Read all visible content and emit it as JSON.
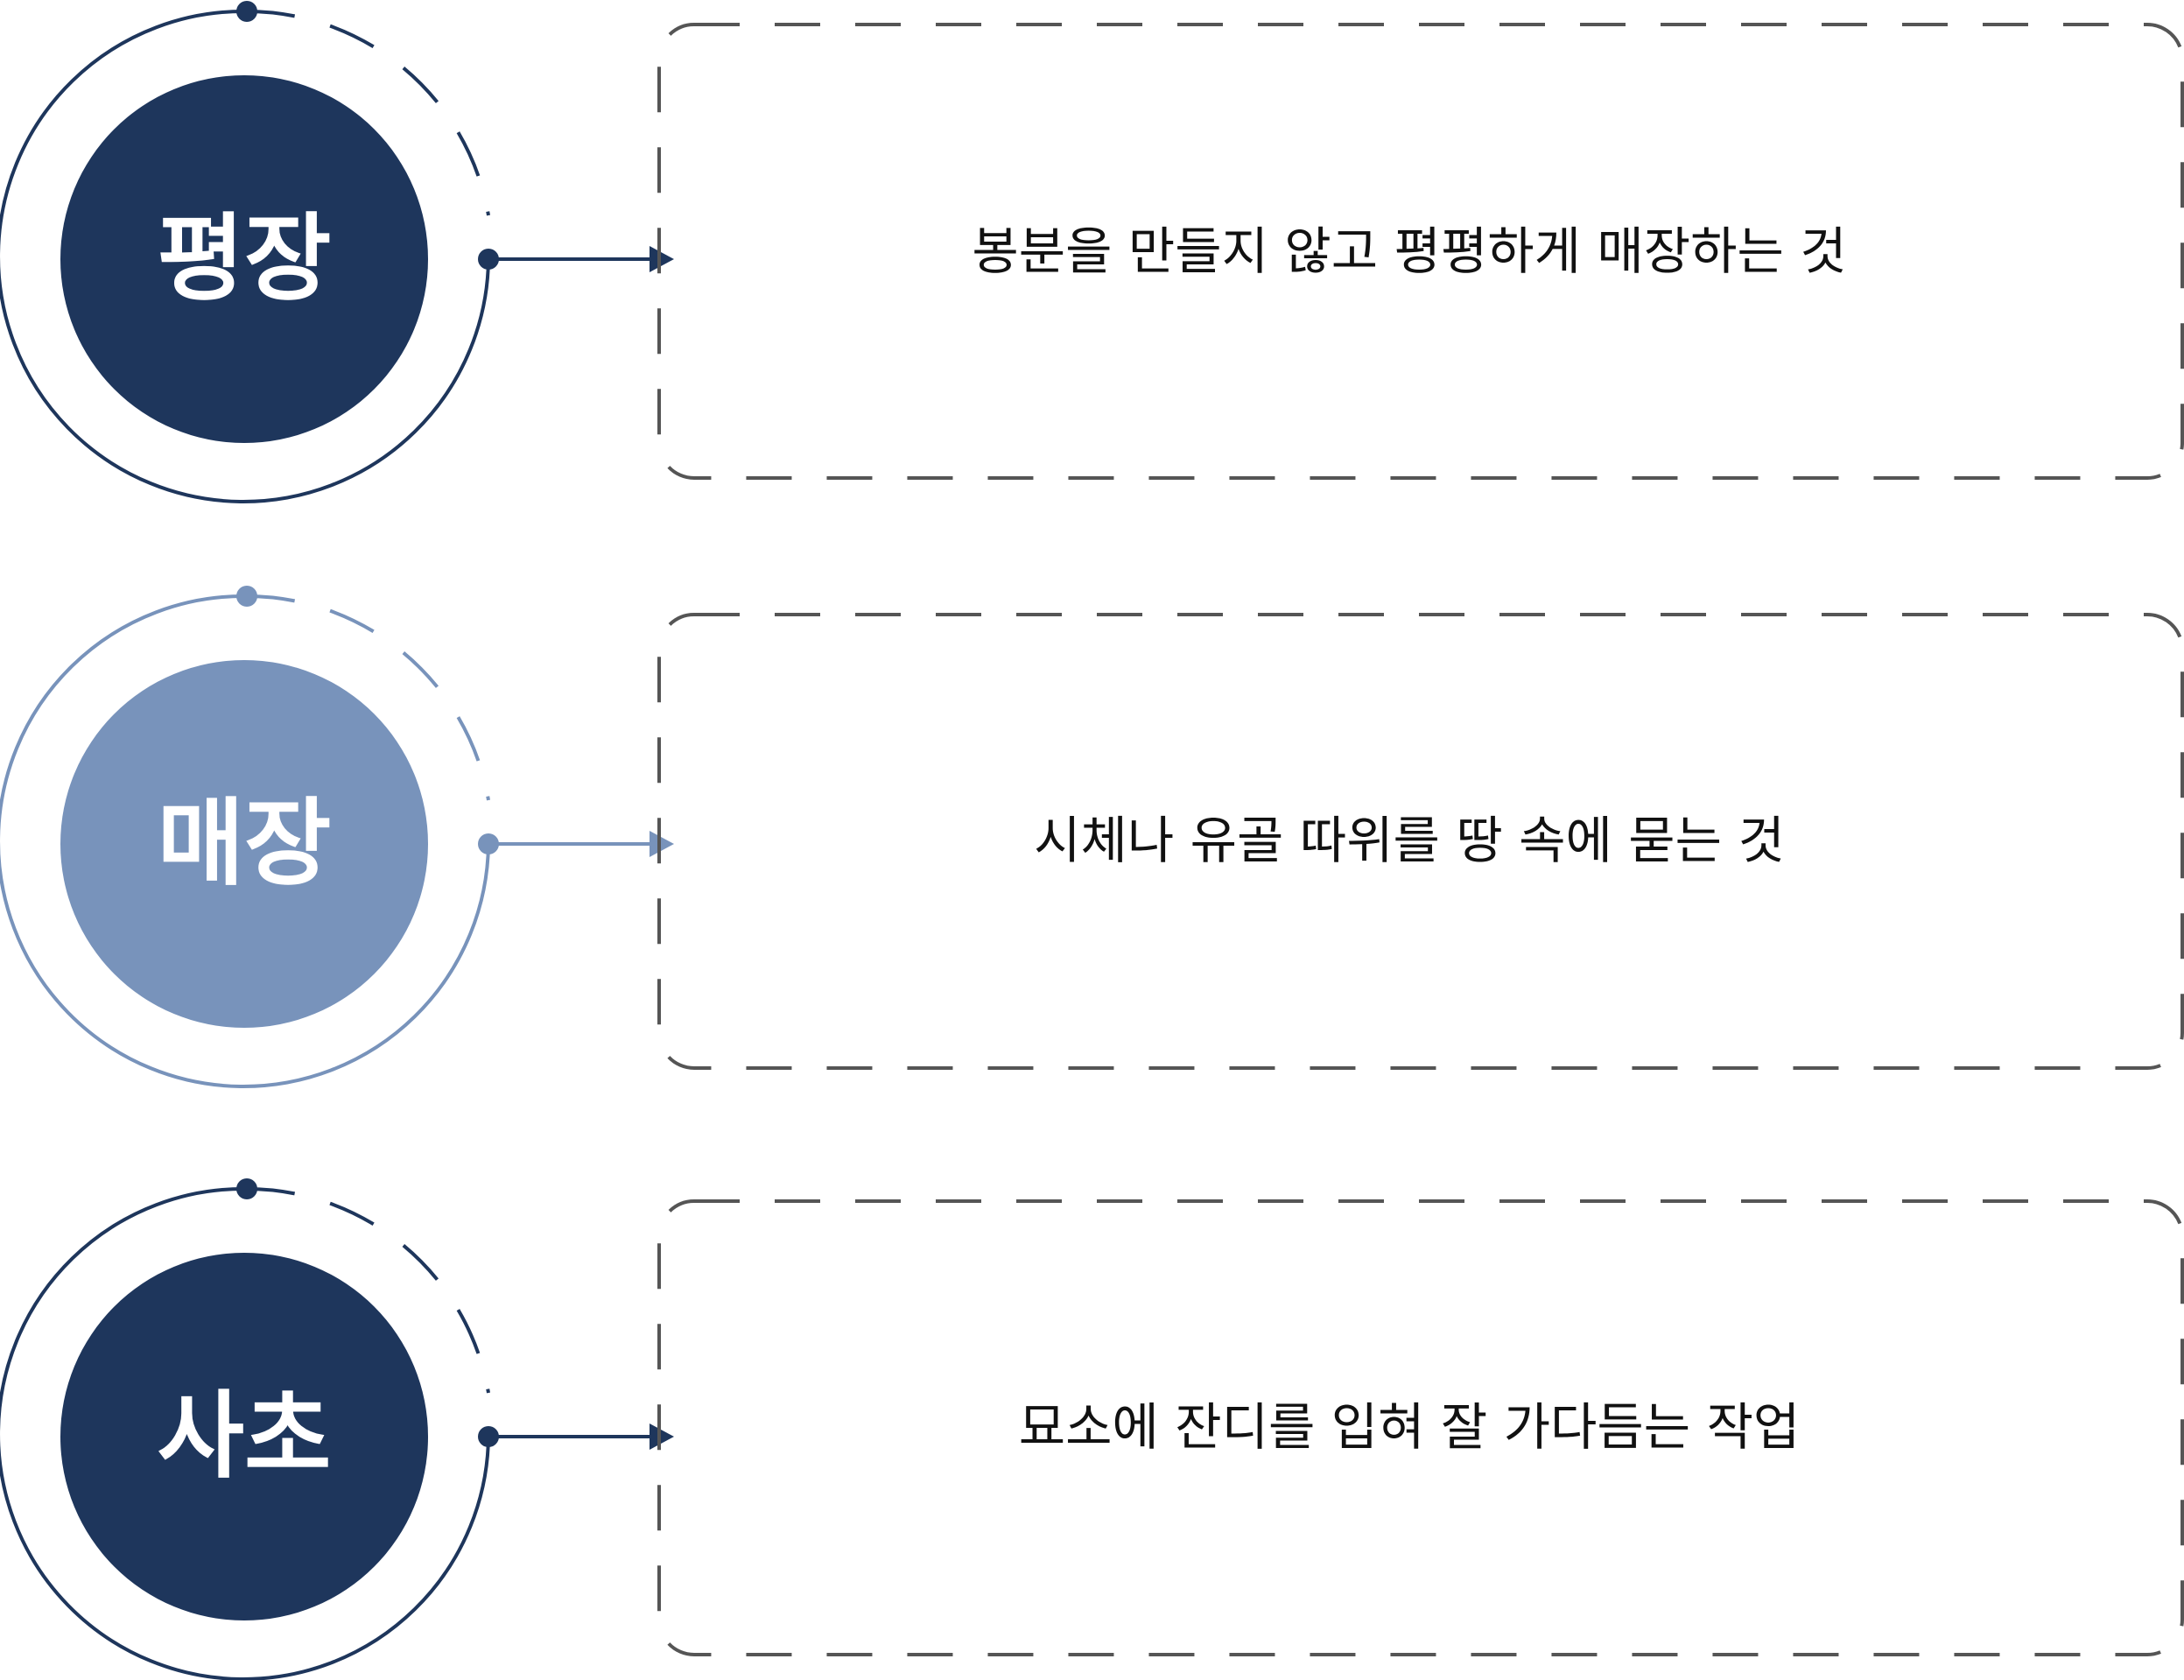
{
  "colors": {
    "dark": "#1e365c",
    "light": "#7893bb",
    "box_border": "#555555"
  },
  "items": [
    {
      "term": "평장",
      "description": "봉분을 만들지 않고 평평하게 매장하는 것",
      "color": "#1e365c"
    },
    {
      "term": "매장",
      "description": "시체나 유골 따위를 땅 속에 묻는 것",
      "color": "#7893bb"
    },
    {
      "term": "사초",
      "description": "묘소에 잔디를 입혀 잘 가다듬는 작업",
      "color": "#1e365c"
    }
  ]
}
